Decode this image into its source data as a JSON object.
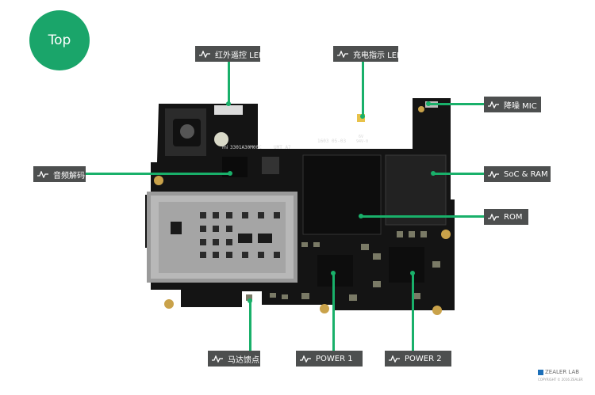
{
  "badge": "Top",
  "labels": {
    "ir_led": "红外遥控 LED",
    "charge_led": "充电指示 LED",
    "mic": "降噪 MIC",
    "audio": "音频解码",
    "soc_ram": "SoC & RAM",
    "rom": "ROM",
    "motor": "马达馈点",
    "power1": "POWER 1",
    "power2": "POWER 2"
  },
  "silkscreen": {
    "brand": "mi",
    "part": "3301A30M00C",
    "umt": "UMT A7",
    "date": "1603 05-03",
    "volt": "6V",
    "v": "94V-0"
  },
  "footer": {
    "brand": "ZEALER LAB",
    "copyright": "COPYRIGHT © 2016 ZEALER"
  },
  "colors": {
    "accent": "#1aa56a",
    "label_bg": "#4d4f4f",
    "board": "#141414"
  }
}
